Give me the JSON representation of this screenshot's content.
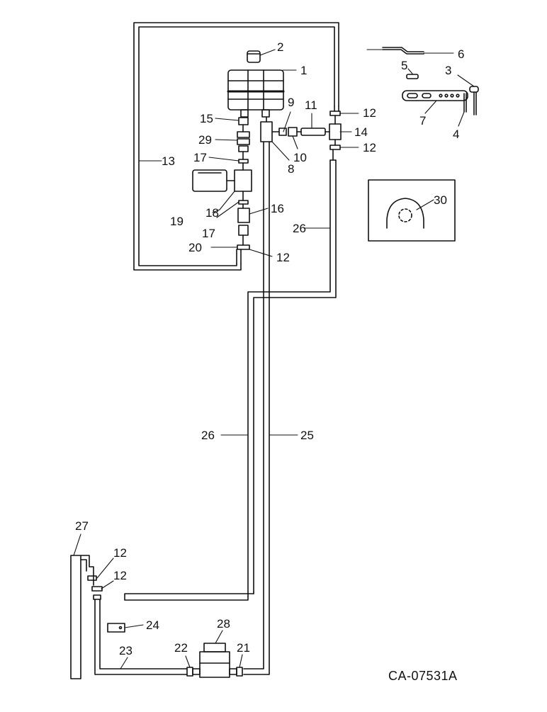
{
  "diagram": {
    "drawing_code": "CA-07531A",
    "colors": {
      "ink": "#111111",
      "paper": "#ffffff"
    },
    "callouts": {
      "c1": "1",
      "c2": "2",
      "c3": "3",
      "c4": "4",
      "c5": "5",
      "c6": "6",
      "c7": "7",
      "c8": "8",
      "c9": "9",
      "c10": "10",
      "c11": "11",
      "c12a": "12",
      "c12b": "12",
      "c12c": "12",
      "c12d": "12",
      "c12e": "12",
      "c13": "13",
      "c14": "14",
      "c15": "15",
      "c16": "16",
      "c17a": "17",
      "c17b": "17",
      "c18": "18",
      "c19": "19",
      "c20": "20",
      "c21": "21",
      "c22": "22",
      "c23": "23",
      "c24": "24",
      "c25": "25",
      "c26a": "26",
      "c26b": "26",
      "c27": "27",
      "c28": "28",
      "c29": "29",
      "c30": "30"
    }
  }
}
